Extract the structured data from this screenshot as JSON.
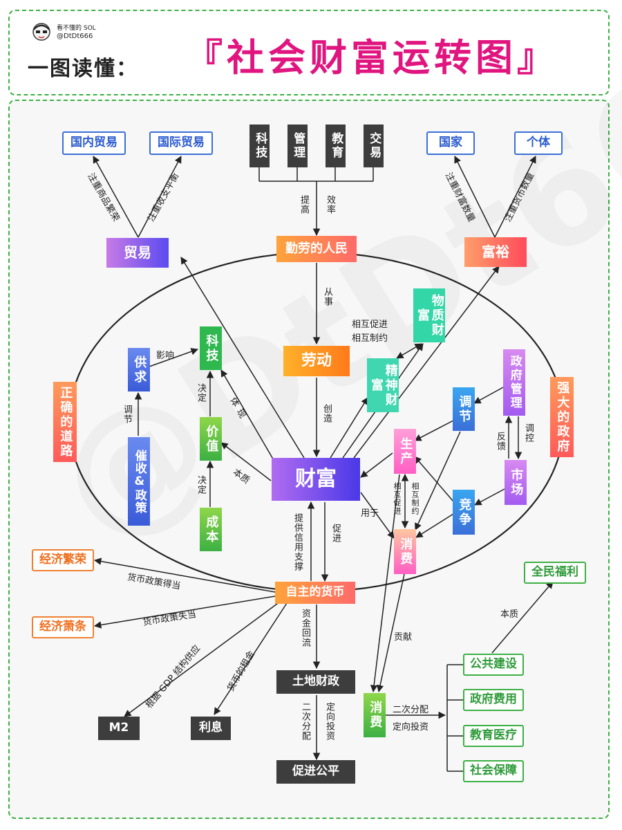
{
  "header": {
    "author_name": "看不懂的 SOL",
    "author_handle": "@DtDt666",
    "title_prefix": "一图读懂：",
    "title_main": "『社会财富运转图』"
  },
  "watermark": "@DtDt666",
  "nodes": {
    "domestic_trade": "国内贸易",
    "intl_trade": "国际贸易",
    "keji": "科技",
    "guanli": "管理",
    "jiaoyu": "教育",
    "jiaoyi": "交易",
    "guojia": "国家",
    "geti": "个体",
    "maoyi": "贸易",
    "people": "勤劳的人民",
    "fuyu": "富裕",
    "wuzhi": "物质财富",
    "laodong": "劳动",
    "jingshen": "精神财富",
    "gongqiu": "供求",
    "keji2": "科技",
    "jiazhi": "价值",
    "zhengce": "催收&政策",
    "chengben": "成本",
    "zhengque": "正确的道路",
    "qiangda": "强大的政府",
    "caifu": "财富",
    "tiaojie": "调节",
    "zhengfu": "政府管理",
    "shengchan": "生产",
    "shichang": "市场",
    "jingzheng": "竞争",
    "xiaofei": "消费",
    "huobi": "自主的货币",
    "fanrong": "经济繁荣",
    "xiaotiao": "经济萧条",
    "fuli": "全民福利",
    "tudi": "土地财政",
    "m2": "M2",
    "lixi": "利息",
    "xiaofei2": "消费",
    "gonggong": "公共建设",
    "feiyong": "政府费用",
    "yiliao": "教育医疗",
    "baozhang": "社会保障",
    "gongping": "促进公平"
  },
  "labels": {
    "zhongzhong_shangpin": "注重商品繁荣",
    "zhongzhong_shouzhi": "注重收支平衡",
    "tigao": "提高",
    "xiaolv": "效率",
    "zhongzhong_caifu": "注重财富数量",
    "zhongzhong_huobi": "注重货币数量",
    "congshi": "从事",
    "cujin": "相互促进",
    "zhiyue": "相互制约",
    "yingxiang": "影响",
    "tiaojie_lbl": "调节",
    "jueding1": "决定",
    "tixian": "体现",
    "chuangzao": "创造",
    "benzhi": "本质",
    "jueding2": "决定",
    "tiaokong": "调控",
    "fankui": "反馈",
    "yongyu": "用于",
    "xc_cujin": "相互促进",
    "xc_zhiyue": "相互制约",
    "xinyong": "提供信用支撑",
    "cujin2": "促进",
    "dedang": "货币政策得当",
    "shidang": "货币政策失当",
    "zijin": "资金回流",
    "gongxian": "贡献",
    "benzhi2": "本质",
    "gdp": "根据 GDP 结构供应",
    "zujin": "货币的租金",
    "erci1": "二次分配",
    "dingxiang1": "定向投资",
    "erci2": "二次分配",
    "dingxiang2": "定向投资"
  },
  "colors": {
    "green_frame": "#3cb043",
    "title_magenta": "#e0157f",
    "box_blue": "#3a6fd8",
    "box_orange": "#f08030",
    "dark_box": "#3d3d3d"
  }
}
